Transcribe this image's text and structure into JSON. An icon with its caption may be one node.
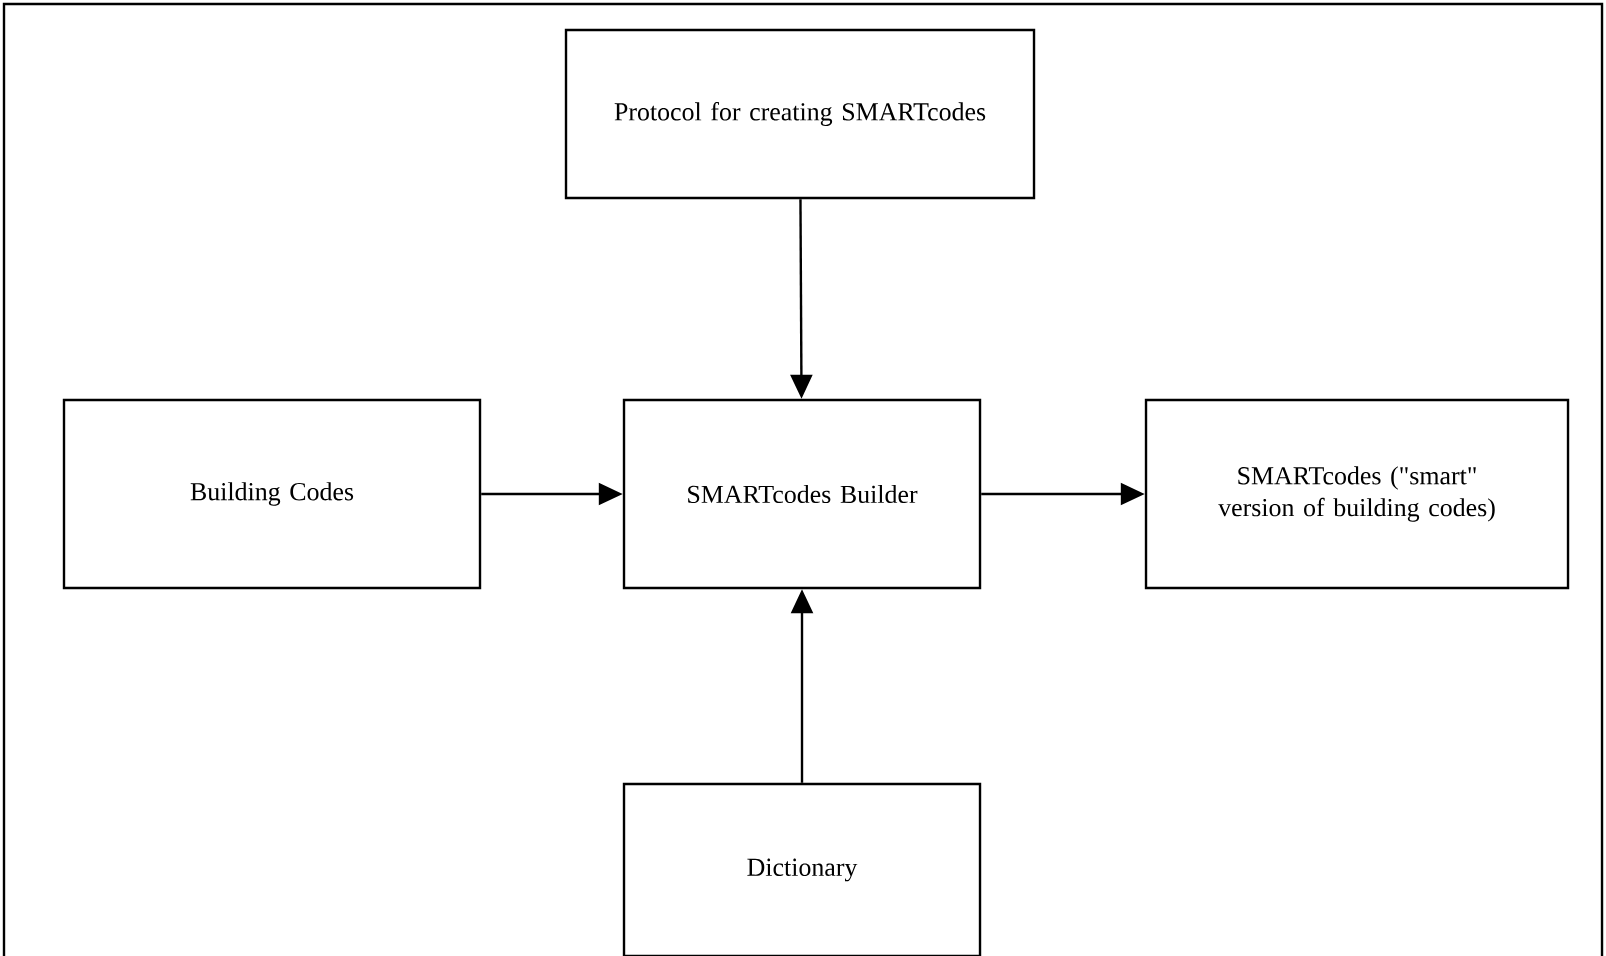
{
  "diagram": {
    "nodes": [
      {
        "text": [
          "Protocol for creating SMARTcodes"
        ]
      },
      {
        "text": [
          "Building Codes"
        ]
      },
      {
        "text": [
          "SMARTcodes Builder"
        ]
      },
      {
        "text": [
          "SMARTcodes (\"smart\" version of building codes)"
        ]
      },
      {
        "text": [
          "Dictionary"
        ]
      }
    ],
    "edges": [
      {
        "from": 0,
        "to": 2,
        "arrow": "to"
      },
      {
        "from": 1,
        "to": 2,
        "arrow": "to"
      },
      {
        "from": 2,
        "to": 3,
        "arrow": "to"
      },
      {
        "from": 4,
        "to": 2,
        "arrow": "to"
      }
    ]
  }
}
